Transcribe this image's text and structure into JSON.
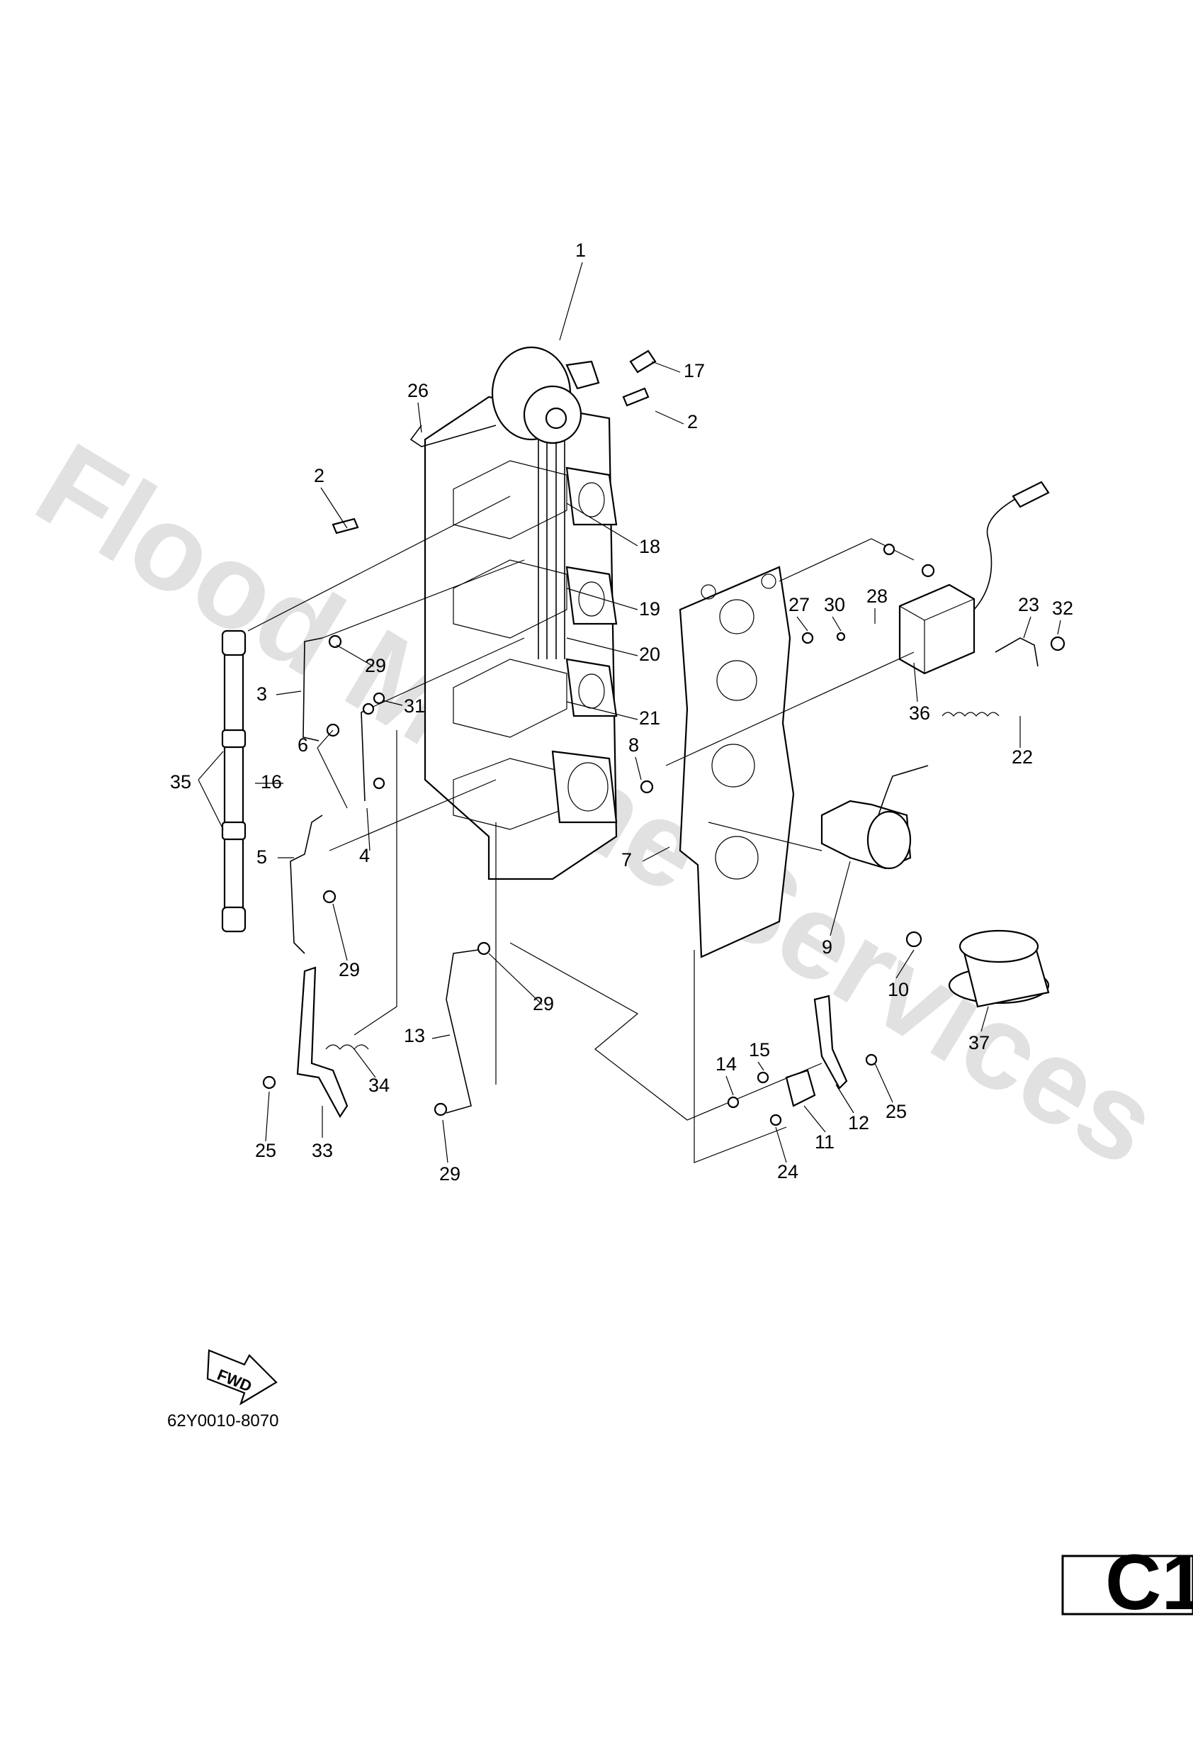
{
  "watermark": "Flood Marine Services",
  "figure_code": "62Y0010-8070",
  "section_tag": "C1",
  "fwd_label": "FWD",
  "callouts": [
    "1",
    "2",
    "2",
    "3",
    "4",
    "5",
    "6",
    "7",
    "8",
    "9",
    "10",
    "11",
    "12",
    "13",
    "14",
    "15",
    "16",
    "17",
    "18",
    "19",
    "20",
    "21",
    "22",
    "23",
    "24",
    "25",
    "25",
    "26",
    "27",
    "28",
    "29",
    "29",
    "29",
    "29",
    "30",
    "31",
    "32",
    "33",
    "34",
    "35",
    "36",
    "37"
  ]
}
